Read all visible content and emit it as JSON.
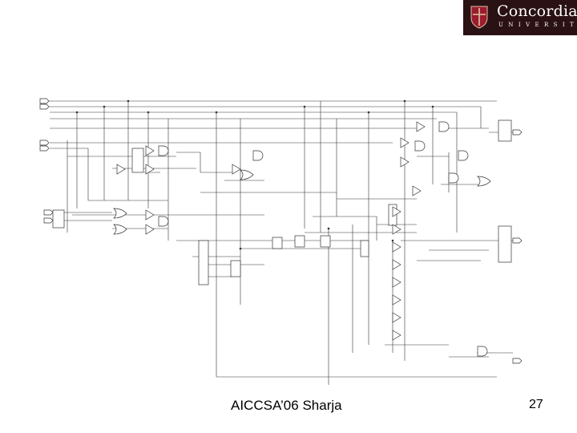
{
  "logo": {
    "name": "Concordia",
    "subtitle": "UNIVERSITY"
  },
  "colors": {
    "logo_background": "#2a1114",
    "wire": "#333333",
    "shield_red": "#9b1b2f"
  },
  "footer": {
    "conference": "AICCSA’06 Sharja",
    "page_number": "27"
  }
}
